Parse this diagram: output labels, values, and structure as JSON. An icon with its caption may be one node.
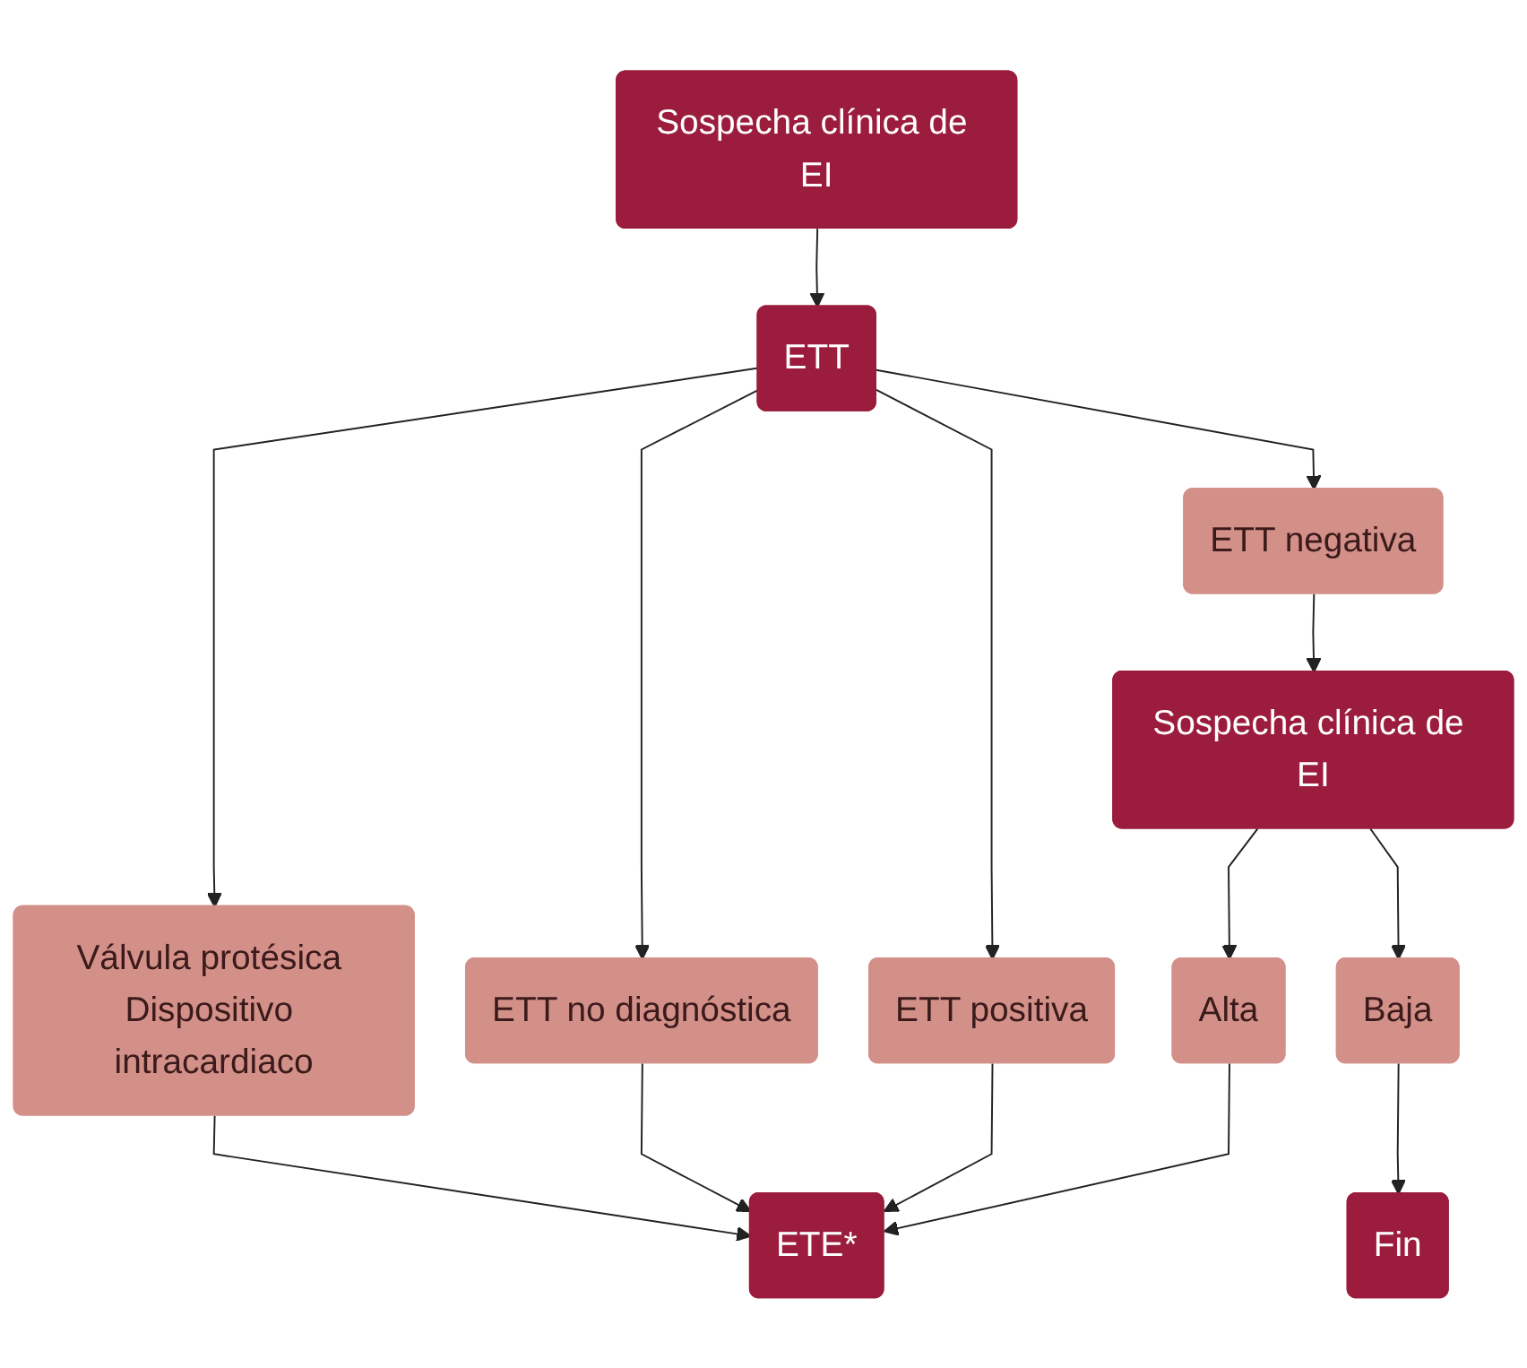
{
  "diagram": {
    "nodes": [
      {
        "text": [
          "Sospecha clínica de EI"
        ]
      },
      {
        "text": [
          "ETT"
        ]
      },
      {
        "text": [
          "Válvula protésica Dispositivo intracardiaco"
        ]
      },
      {
        "text": [
          "ETT no diagnóstica"
        ]
      },
      {
        "text": [
          "ETT positiva"
        ]
      },
      {
        "text": [
          "ETT negativa"
        ]
      },
      {
        "text": [
          "Sospecha clínica de EI"
        ]
      },
      {
        "text": [
          "Alta"
        ]
      },
      {
        "text": [
          "Baja"
        ]
      },
      {
        "text": [
          "ETE*"
        ]
      },
      {
        "text": [
          "Fin"
        ]
      }
    ],
    "edges": [
      {
        "from": 0,
        "to": 1,
        "arrow": "to"
      },
      {
        "from": 1,
        "to": 2,
        "arrow": "to"
      },
      {
        "from": 1,
        "to": 3,
        "arrow": "to"
      },
      {
        "from": 1,
        "to": 4,
        "arrow": "to"
      },
      {
        "from": 1,
        "to": 5,
        "arrow": "to"
      },
      {
        "from": 5,
        "to": 6,
        "arrow": "to"
      },
      {
        "from": 6,
        "to": 7,
        "arrow": "to"
      },
      {
        "from": 6,
        "to": 8,
        "arrow": "to"
      },
      {
        "from": 2,
        "to": 9,
        "arrow": "to"
      },
      {
        "from": 3,
        "to": 9,
        "arrow": "to"
      },
      {
        "from": 4,
        "to": 9,
        "arrow": "to"
      },
      {
        "from": 7,
        "to": 9,
        "arrow": "to"
      },
      {
        "from": 8,
        "to": 10,
        "arrow": "to"
      }
    ]
  }
}
